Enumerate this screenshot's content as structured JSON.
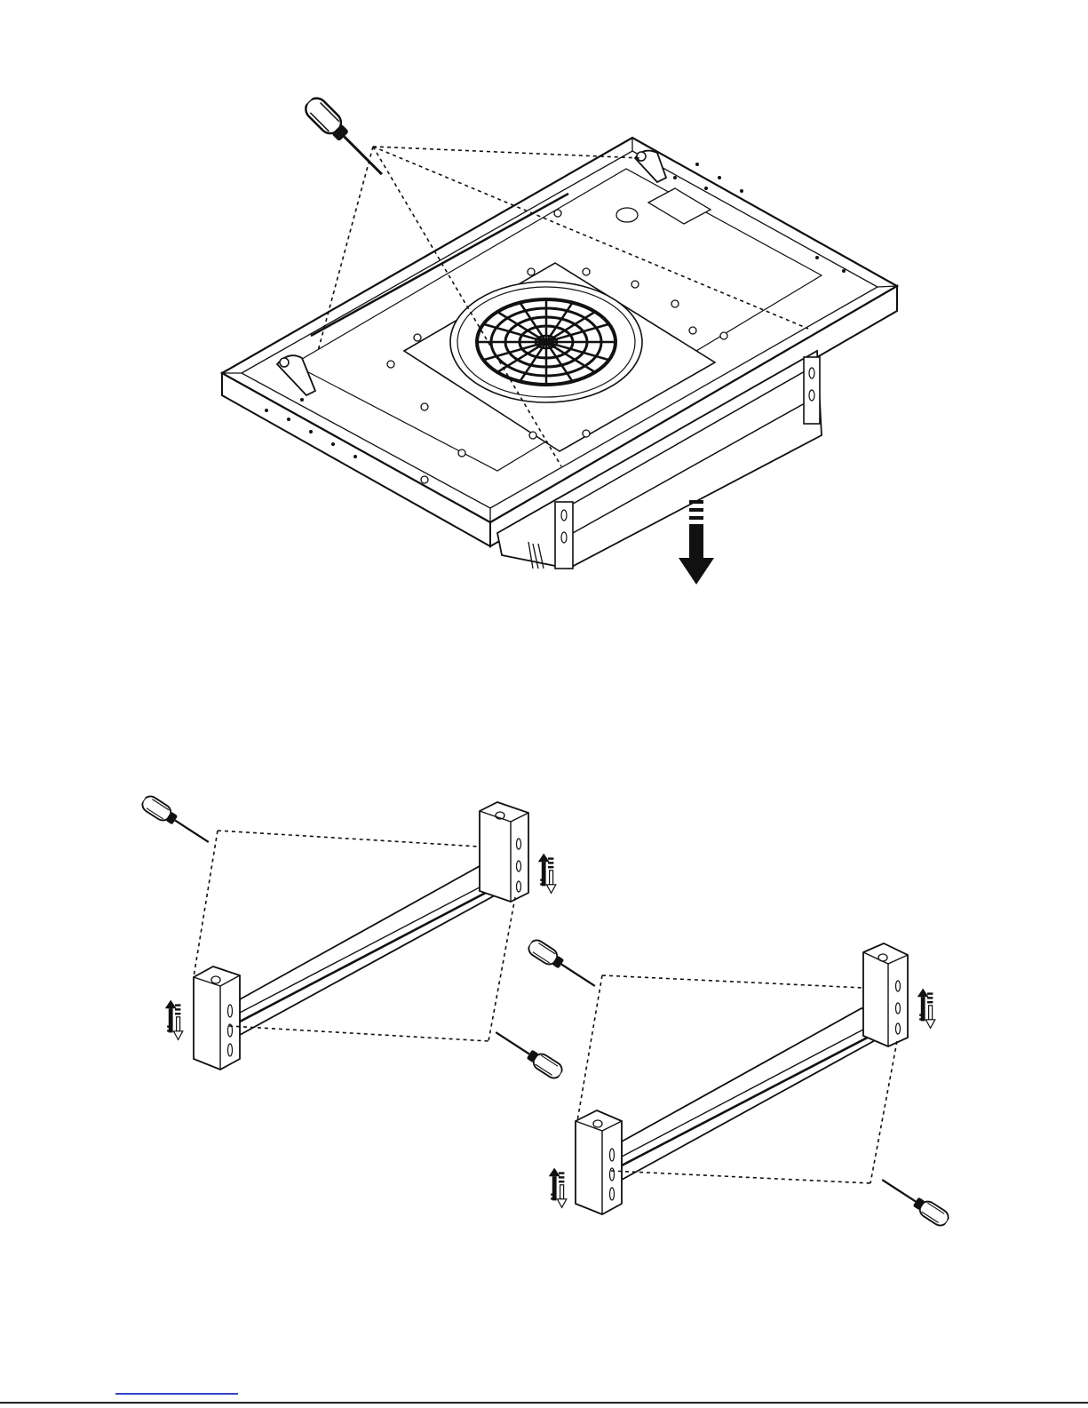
{
  "document": {
    "kind": "installation-illustration",
    "colors": {
      "line": "#111111",
      "fill": "#ffffff",
      "arrow": "#111111",
      "link": "#3344cc"
    },
    "figures": [
      {
        "id": "hob-underside",
        "icons": [
          "screwdriver-icon",
          "down-arrow-icon",
          "fan-grille-icon"
        ]
      },
      {
        "id": "rail-left",
        "icons": [
          "screwdriver-icon",
          "up-down-arrow-icon"
        ]
      },
      {
        "id": "rail-right",
        "icons": [
          "screwdriver-icon",
          "up-down-arrow-icon"
        ]
      }
    ]
  }
}
